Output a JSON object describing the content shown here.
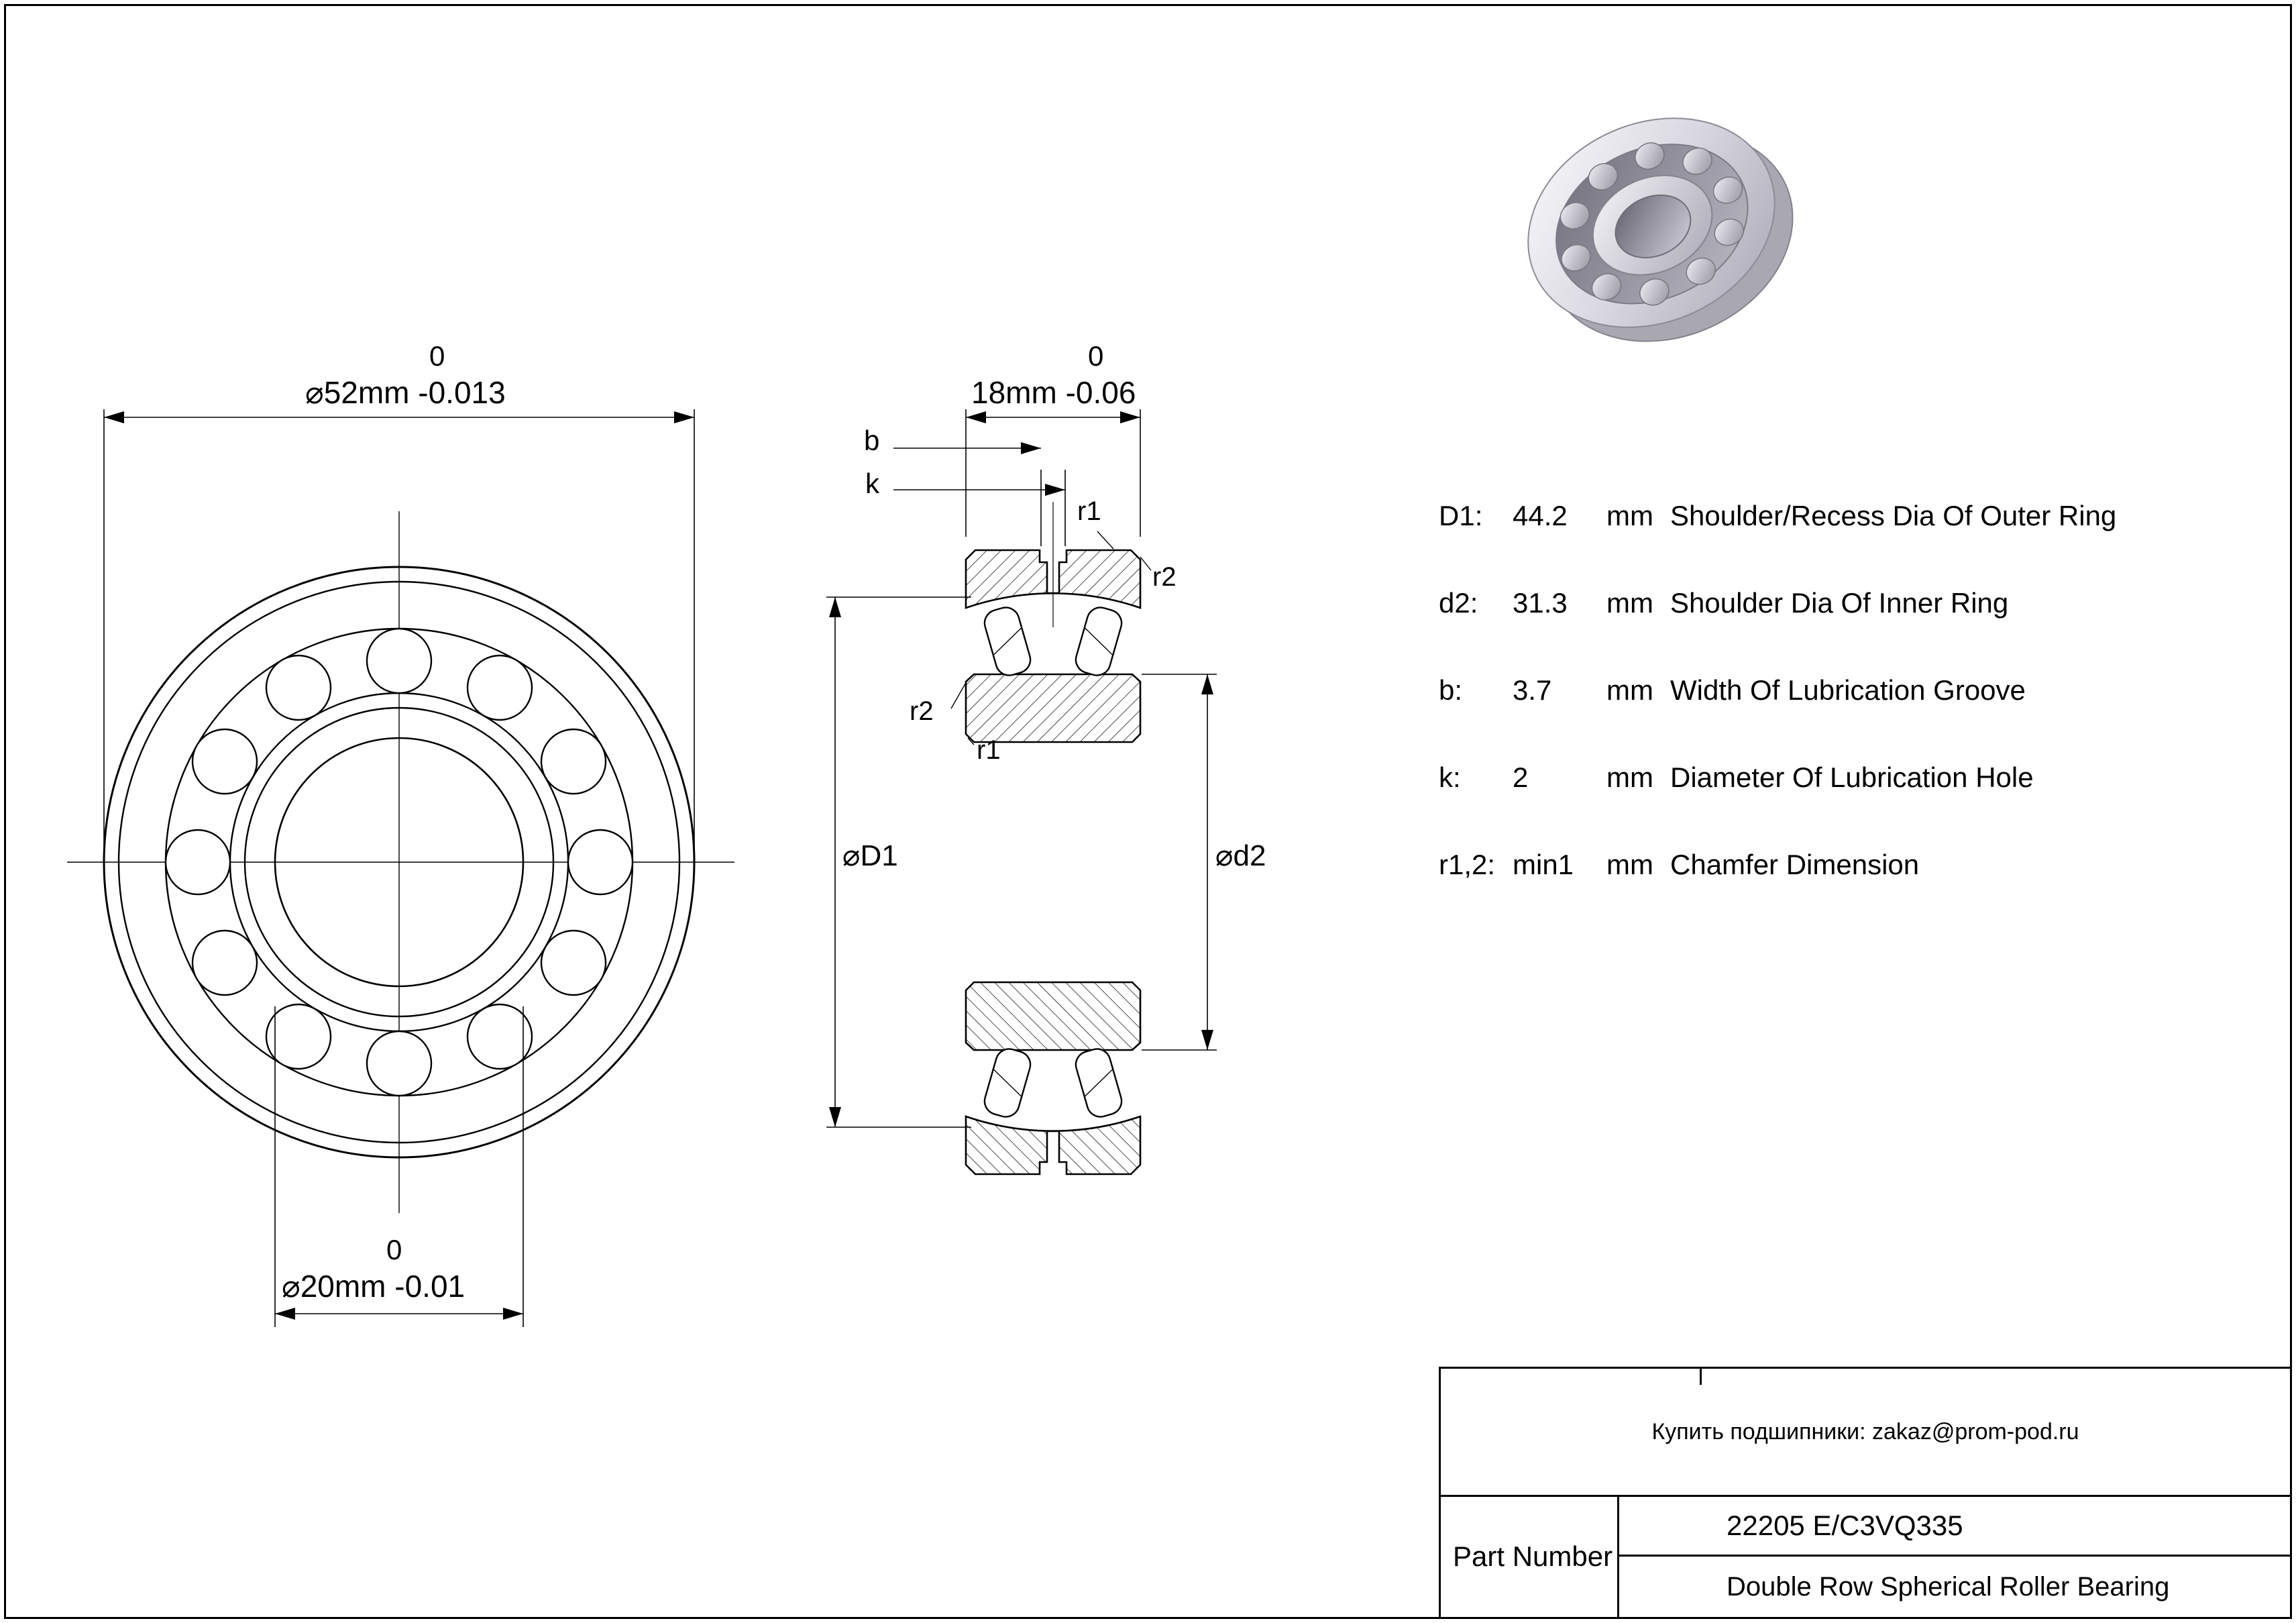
{
  "front_view": {
    "outer_dim_tol": "0",
    "outer_dim": "⌀52mm -0.013",
    "bore_dim_tol": "0",
    "bore_dim": "⌀20mm -0.01"
  },
  "section_view": {
    "width_dim_tol": "0",
    "width_dim": "18mm -0.06",
    "label_b": "b",
    "label_k": "k",
    "label_r1_top": "r1",
    "label_r2_top": "r2",
    "label_r2_side": "r2",
    "label_r1_side": "r1",
    "label_d1": "⌀D1",
    "label_d2": "⌀d2"
  },
  "specs": {
    "rows": [
      {
        "param": "D1:",
        "value": "44.2",
        "unit": "mm",
        "desc": "Shoulder/Recess Dia Of Outer Ring"
      },
      {
        "param": "d2:",
        "value": "31.3",
        "unit": "mm",
        "desc": "Shoulder Dia Of Inner Ring"
      },
      {
        "param": "b:",
        "value": "3.7",
        "unit": "mm",
        "desc": "Width Of Lubrication Groove"
      },
      {
        "param": "k:",
        "value": "2",
        "unit": "mm",
        "desc": "Diameter Of Lubrication Hole"
      },
      {
        "param": "r1,2:",
        "value": "min1",
        "unit": "mm",
        "desc": "Chamfer Dimension"
      }
    ]
  },
  "title_block": {
    "contact": "Купить подшипники: zakaz@prom-pod.ru",
    "part_label": "Part Number",
    "part_number": "22205 E/C3VQ335",
    "part_description": "Double Row Spherical Roller Bearing"
  }
}
